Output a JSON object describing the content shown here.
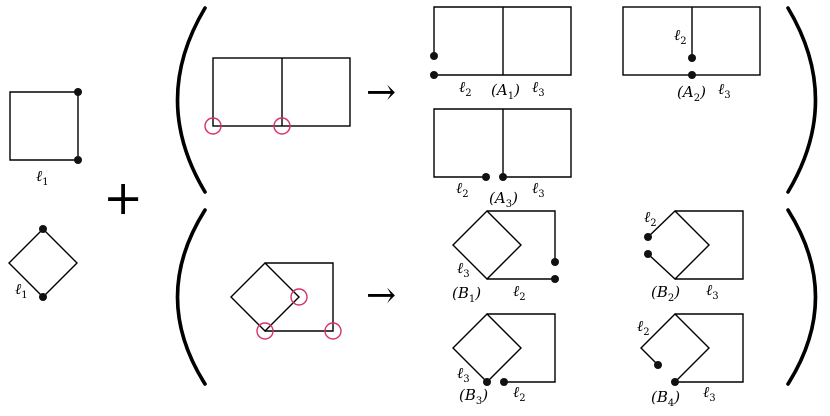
{
  "operator": "+",
  "arrow": "→",
  "labels": {
    "l1a": {
      "sym": "ℓ",
      "sub": "1"
    },
    "l1b": {
      "sym": "ℓ",
      "sub": "1"
    },
    "A1": {
      "pre": "(",
      "sym": "A",
      "sub": "1",
      "post": ")"
    },
    "A2": {
      "pre": "(",
      "sym": "A",
      "sub": "2",
      "post": ")"
    },
    "A3": {
      "pre": "(",
      "sym": "A",
      "sub": "3",
      "post": ")"
    },
    "B1": {
      "pre": "(",
      "sym": "B",
      "sub": "1",
      "post": ")"
    },
    "B2": {
      "pre": "(",
      "sym": "B",
      "sub": "2",
      "post": ")"
    },
    "B3": {
      "pre": "(",
      "sym": "B",
      "sub": "3",
      "post": ")"
    },
    "B4": {
      "pre": "(",
      "sym": "B",
      "sub": "4",
      "post": ")"
    },
    "A1_l2": {
      "sym": "ℓ",
      "sub": "2"
    },
    "A1_l3": {
      "sym": "ℓ",
      "sub": "3"
    },
    "A2_l2": {
      "sym": "ℓ",
      "sub": "2"
    },
    "A2_l3": {
      "sym": "ℓ",
      "sub": "3"
    },
    "A3_l2": {
      "sym": "ℓ",
      "sub": "2"
    },
    "A3_l3": {
      "sym": "ℓ",
      "sub": "3"
    },
    "B1_l2": {
      "sym": "ℓ",
      "sub": "2"
    },
    "B1_l3": {
      "sym": "ℓ",
      "sub": "3"
    },
    "B2_l2": {
      "sym": "ℓ",
      "sub": "2"
    },
    "B2_l3": {
      "sym": "ℓ",
      "sub": "3"
    },
    "B3_l2": {
      "sym": "ℓ",
      "sub": "2"
    },
    "B3_l3": {
      "sym": "ℓ",
      "sub": "3"
    },
    "B4_l2": {
      "sym": "ℓ",
      "sub": "2"
    },
    "B4_l3": {
      "sym": "ℓ",
      "sub": "3"
    }
  },
  "colors": {
    "ink": "#000000",
    "vertex_dot": "#111111",
    "highlight_circle": "#d6326a"
  }
}
